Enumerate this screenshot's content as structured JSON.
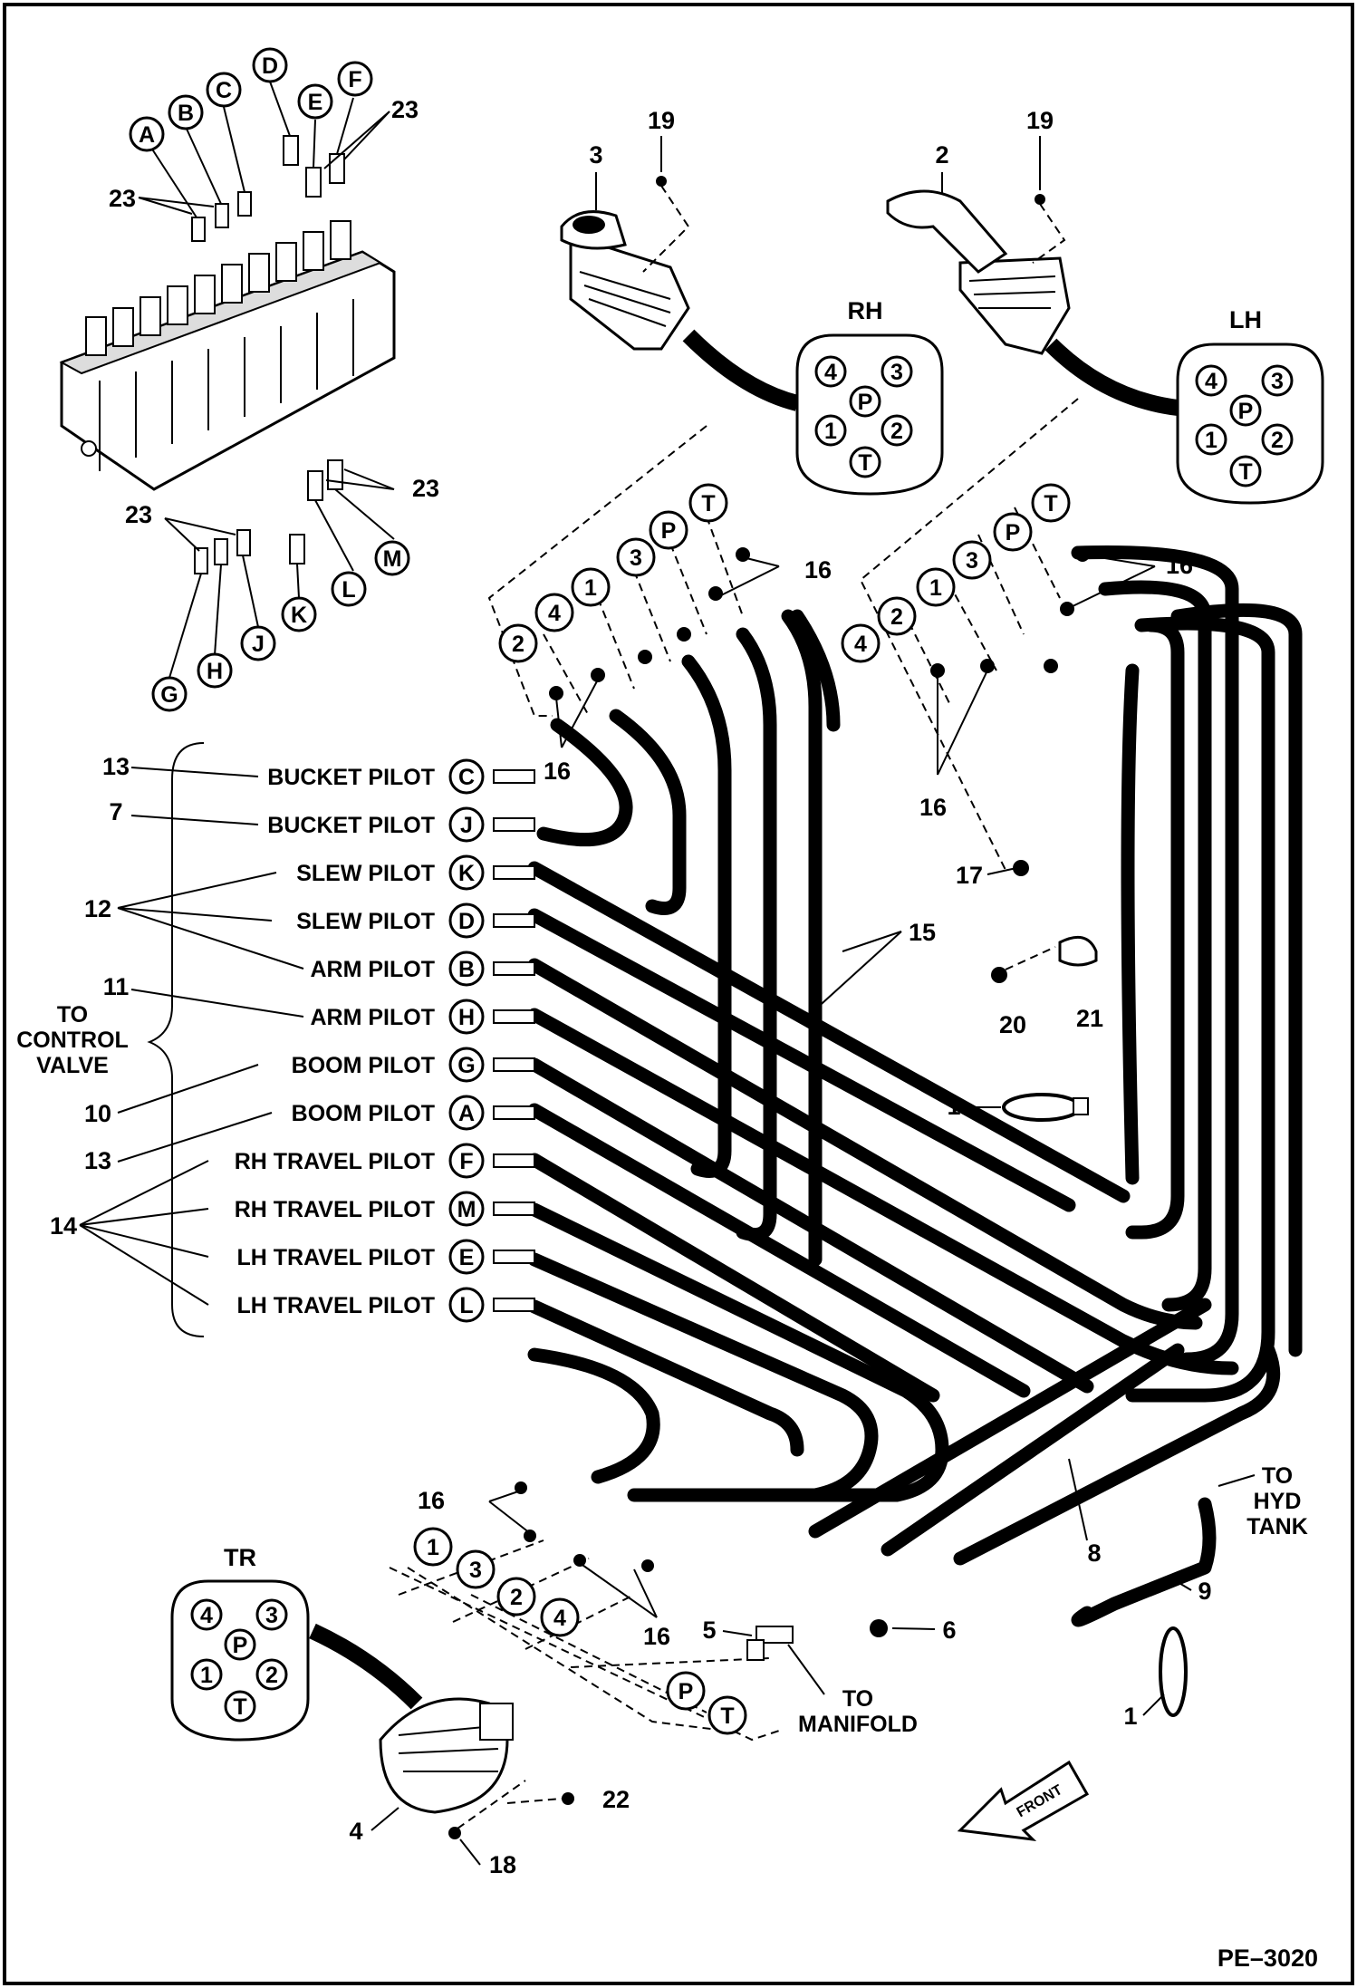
{
  "drawing": {
    "id": "PE–3020",
    "frame_color": "#000000"
  },
  "connectors": {
    "rh": {
      "title": "RH",
      "pins": [
        "4",
        "3",
        "P",
        "1",
        "2",
        "T"
      ]
    },
    "lh": {
      "title": "LH",
      "pins": [
        "4",
        "3",
        "P",
        "1",
        "2",
        "T"
      ]
    },
    "tr": {
      "title": "TR",
      "pins": [
        "4",
        "3",
        "P",
        "1",
        "2",
        "T"
      ]
    }
  },
  "control_valve": {
    "letters_top": [
      "A",
      "B",
      "C",
      "D",
      "E",
      "F"
    ],
    "letters_bottom": [
      "G",
      "H",
      "J",
      "K",
      "L",
      "M"
    ]
  },
  "group_label": [
    "TO",
    "CONTROL",
    "VALVE"
  ],
  "pilot_lines": [
    {
      "ref": "13",
      "label": "BUCKET PILOT",
      "port": "C"
    },
    {
      "ref": "7",
      "label": "BUCKET PILOT",
      "port": "J"
    },
    {
      "ref": "",
      "label": "SLEW PILOT",
      "port": "K"
    },
    {
      "ref": "",
      "label": "SLEW PILOT",
      "port": "D"
    },
    {
      "ref": "",
      "label": "ARM PILOT",
      "port": "B"
    },
    {
      "ref": "11",
      "label": "ARM PILOT",
      "port": "H"
    },
    {
      "ref": "10",
      "label": "BOOM PILOT",
      "port": "G"
    },
    {
      "ref": "13",
      "label": "BOOM PILOT",
      "port": "A"
    },
    {
      "ref": "",
      "label": "RH TRAVEL PILOT",
      "port": "F"
    },
    {
      "ref": "",
      "label": "RH TRAVEL PILOT",
      "port": "M"
    },
    {
      "ref": "",
      "label": "LH TRAVEL PILOT",
      "port": "E"
    },
    {
      "ref": "",
      "label": "LH TRAVEL PILOT",
      "port": "L"
    }
  ],
  "rh_ports": [
    "2",
    "4",
    "1",
    "3",
    "P",
    "T"
  ],
  "lh_ports": [
    "4",
    "2",
    "1",
    "3",
    "P",
    "T"
  ],
  "tr_ports": [
    "1",
    "3",
    "2",
    "4",
    "P",
    "T"
  ],
  "callouts": {
    "n1": "1",
    "n2": "2",
    "n3": "3",
    "n4": "4",
    "n5": "5",
    "n6": "6",
    "n7": "7",
    "n8": "8",
    "n9": "9",
    "n10": "10",
    "n11": "11",
    "n12": "12",
    "n13": "13",
    "n14": "14",
    "n15": "15",
    "n16": "16",
    "n17": "17",
    "n18": "18",
    "n19": "19",
    "n20": "20",
    "n21": "21",
    "n22": "22",
    "n23": "23"
  },
  "notes": {
    "to_manifold": [
      "TO",
      "MANIFOLD"
    ],
    "to_hyd_tank": [
      "TO",
      "HYD",
      "TANK"
    ],
    "front": "FRONT"
  }
}
